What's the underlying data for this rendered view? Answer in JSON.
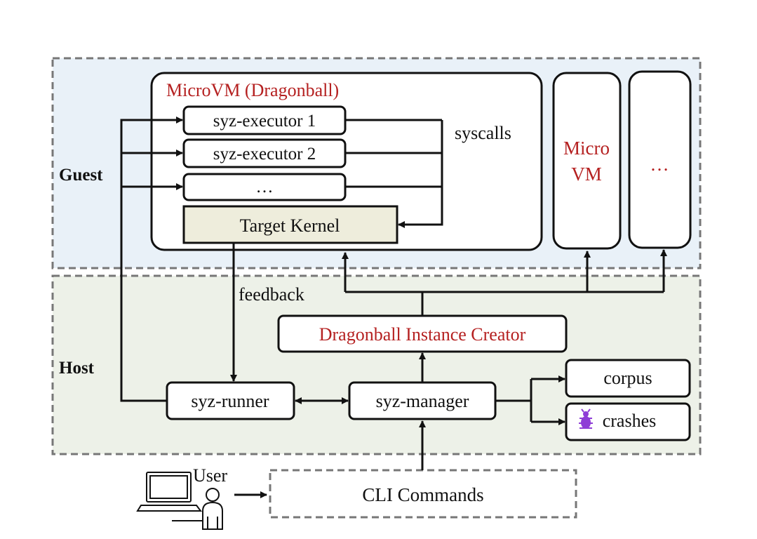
{
  "colors": {
    "guest_bg": "#e9f1f8",
    "host_bg": "#edf1e8",
    "kernel_bg": "#eeeddc",
    "red_text": "#b52121",
    "stroke": "#111111",
    "dashed": "#777777",
    "bug": "#8e3cd6"
  },
  "regions": {
    "guest_label": "Guest",
    "host_label": "Host"
  },
  "microvm": {
    "title": "MicroVM (Dragonball)",
    "executors": [
      "syz-executor 1",
      "syz-executor 2",
      "…"
    ],
    "syscalls_label": "syscalls",
    "target_kernel": "Target Kernel"
  },
  "extra_vms": {
    "second_line1": "Micro",
    "second_line2": "VM",
    "third": "…"
  },
  "host": {
    "feedback_label": "feedback",
    "instance_creator": "Dragonball Instance Creator",
    "syz_runner": "syz-runner",
    "syz_manager": "syz-manager",
    "corpus": "corpus",
    "crashes": "crashes",
    "crashes_icon": "bug-icon"
  },
  "user": {
    "label": "User",
    "icons": [
      "laptop-icon",
      "person-icon"
    ]
  },
  "cli": {
    "label": "CLI Commands"
  }
}
